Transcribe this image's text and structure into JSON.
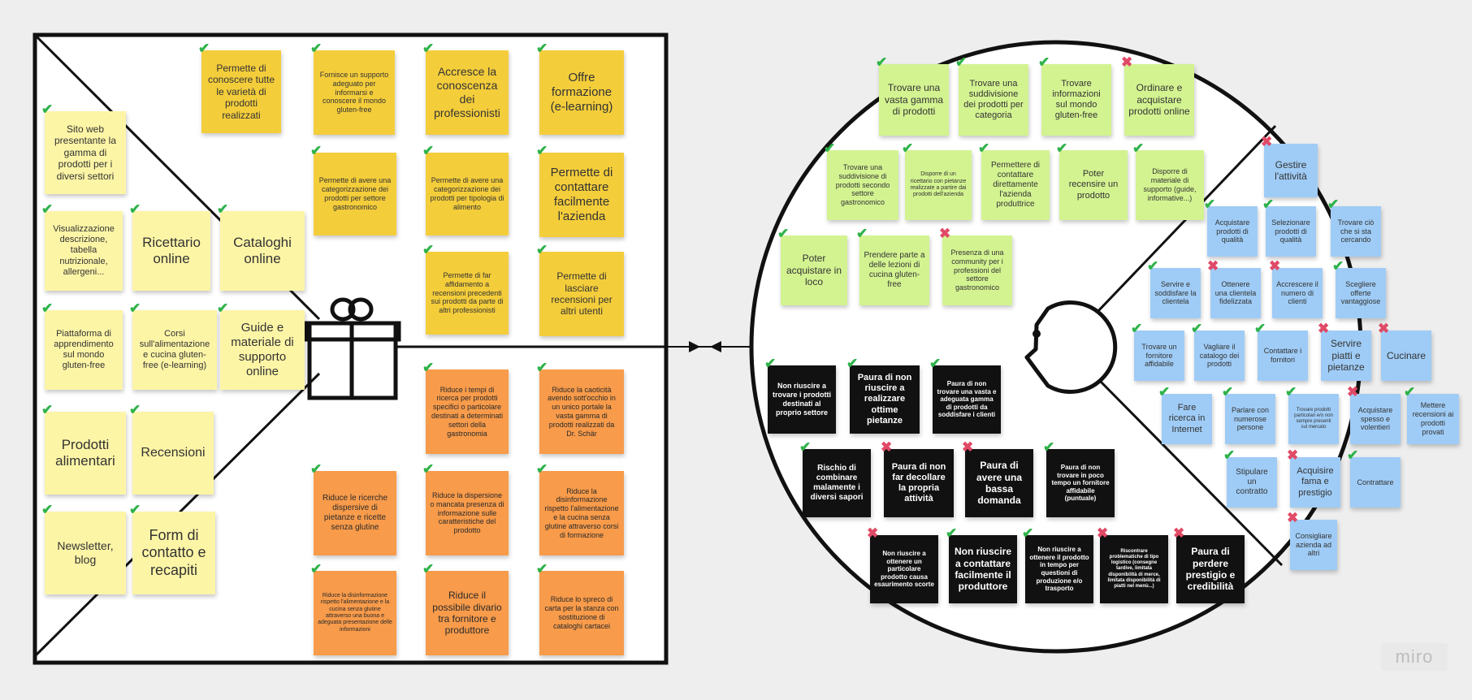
{
  "watermark": "miro",
  "colors": {
    "check": "#2fb24a",
    "cross": "#e04a66",
    "pale": "#fdf5a6",
    "yellow": "#f4cd3b",
    "orange": "#f89b4a",
    "green": "#d3f391",
    "blue": "#9fccf6",
    "black": "#111111"
  },
  "value_map": {
    "products_services": [
      {
        "text": "Sito web presentante la gamma di prodotti per i diversi settori",
        "mark": "check"
      },
      {
        "text": "Visualizzazione descrizione, tabella nutrizionale, allergeni...",
        "mark": "check"
      },
      {
        "text": "Ricettario online",
        "mark": "check"
      },
      {
        "text": "Cataloghi online",
        "mark": "check"
      },
      {
        "text": "Piattaforma di apprendimento sul mondo gluten-free",
        "mark": "check"
      },
      {
        "text": "Corsi sull'alimentazione e cucina gluten-free (e-learning)",
        "mark": "check"
      },
      {
        "text": "Guide e materiale di supporto online",
        "mark": "check"
      },
      {
        "text": "Prodotti alimentari",
        "mark": "check"
      },
      {
        "text": "Recensioni",
        "mark": "check"
      },
      {
        "text": "Newsletter, blog",
        "mark": "check"
      },
      {
        "text": "Form di contatto e recapiti",
        "mark": "check"
      }
    ],
    "gain_creators": [
      {
        "text": "Permette di conoscere tutte le varietà di prodotti realizzati",
        "mark": "check"
      },
      {
        "text": "Fornisce un supporto adeguato per informarsi e conoscere il mondo gluten-free",
        "mark": "check"
      },
      {
        "text": "Accresce la conoscenza dei professionisti",
        "mark": "check"
      },
      {
        "text": "Offre formazione (e-learning)",
        "mark": "check"
      },
      {
        "text": "Permette di avere una categorizzazione dei prodotti per settore gastronomico",
        "mark": "check"
      },
      {
        "text": "Permette di avere una categorizzazione dei prodotti per tipologia di alimento",
        "mark": "check"
      },
      {
        "text": "Permette di contattare facilmente l'azienda",
        "mark": "check"
      },
      {
        "text": "Permette di far affidamento a recensioni precedenti sui prodotti da parte di altri professionisti",
        "mark": "check"
      },
      {
        "text": "Permette di lasciare recensioni per altri utenti",
        "mark": "check"
      }
    ],
    "pain_relievers": [
      {
        "text": "Riduce i tempi di ricerca per prodotti specifici o particolare destinati a determinati settori della gastronomia",
        "mark": "check"
      },
      {
        "text": "Riduce la caoticità avendo sott'occhio in un unico portale la vasta gamma di prodotti realizzati da Dr. Schär",
        "mark": "check"
      },
      {
        "text": "Riduce le ricerche dispersive di pietanze e ricette senza glutine",
        "mark": "check"
      },
      {
        "text": "Riduce la dispersione o mancata presenza di informazione sulle caratteristiche del prodotto",
        "mark": "check"
      },
      {
        "text": "Riduce la disinformazione rispetto l'alimentazione e la cucina senza glutine attraverso corsi di formazione",
        "mark": "check"
      },
      {
        "text": "Riduce la disinformazione rispetto l'alimentazione e la cucina senza glutine attraverso una buona e adeguata presentazione delle informazioni",
        "mark": "check"
      },
      {
        "text": "Riduce il possibile divario tra fornitore e produttore",
        "mark": "check"
      },
      {
        "text": "Riduce lo spreco di carta per la stanza con sostituzione di cataloghi cartacei",
        "mark": "check"
      }
    ]
  },
  "customer_profile": {
    "gains": [
      {
        "text": "Trovare una vasta gamma di prodotti",
        "mark": "check"
      },
      {
        "text": "Trovare una suddivisione dei prodotti per categoria",
        "mark": "check"
      },
      {
        "text": "Trovare informazioni sul mondo gluten-free",
        "mark": "check"
      },
      {
        "text": "Ordinare e acquistare prodotti online",
        "mark": "cross"
      },
      {
        "text": "Trovare una suddivisione di prodotti secondo settore gastronomico",
        "mark": "check"
      },
      {
        "text": "Disporre di un ricettario con pietanze realizzate a partire dai prodotti dell'azienda",
        "mark": "check"
      },
      {
        "text": "Permettere di contattare direttamente l'azienda produttrice",
        "mark": "check"
      },
      {
        "text": "Poter recensire un prodotto",
        "mark": "check"
      },
      {
        "text": "Disporre di materiale di supporto (guide, informative...)",
        "mark": "check"
      },
      {
        "text": "Poter acquistare in loco",
        "mark": "check"
      },
      {
        "text": "Prendere parte a delle lezioni di cucina gluten-free",
        "mark": "check"
      },
      {
        "text": "Presenza di una community per i professioni del settore gastronomico",
        "mark": "cross"
      }
    ],
    "jobs": [
      {
        "text": "Gestire l'attività",
        "mark": "cross"
      },
      {
        "text": "Acquistare prodotti di qualità",
        "mark": "check"
      },
      {
        "text": "Selezionare prodotti di qualità",
        "mark": "check"
      },
      {
        "text": "Trovare ciò che si sta cercando",
        "mark": "check"
      },
      {
        "text": "Servire e soddisfare la clientela",
        "mark": "check"
      },
      {
        "text": "Ottenere una clientela fidelizzata",
        "mark": "cross"
      },
      {
        "text": "Accrescere il numero di clienti",
        "mark": "cross"
      },
      {
        "text": "Scegliere offerte vantaggiose",
        "mark": "check"
      },
      {
        "text": "Trovare un fornitore affidabile",
        "mark": "check"
      },
      {
        "text": "Vagliare il catalogo dei prodotti",
        "mark": "check"
      },
      {
        "text": "Contattare i fornitori",
        "mark": "check"
      },
      {
        "text": "Servire piatti e pietanze",
        "mark": "cross"
      },
      {
        "text": "Cucinare",
        "mark": "cross"
      },
      {
        "text": "Fare ricerca in Internet",
        "mark": "check"
      },
      {
        "text": "Parlare con numerose persone",
        "mark": "check"
      },
      {
        "text": "Trovare prodotti particolari e/o non sempre presenti sul mercato",
        "mark": "check"
      },
      {
        "text": "Acquistare spesso e volentieri",
        "mark": "cross"
      },
      {
        "text": "Mettere recensioni ai prodotti provati",
        "mark": "check"
      },
      {
        "text": "Stipulare un contratto",
        "mark": "check"
      },
      {
        "text": "Acquisire fama e prestigio",
        "mark": "cross"
      },
      {
        "text": "Contrattare",
        "mark": "check"
      },
      {
        "text": "Consigliare azienda ad altri",
        "mark": "cross"
      }
    ],
    "pains": [
      {
        "text": "Non riuscire a trovare i prodotti destinati al proprio settore",
        "mark": "check"
      },
      {
        "text": "Paura di non riuscire a realizzare ottime pietanze",
        "mark": "check"
      },
      {
        "text": "Paura di non trovare una vasta e adeguata gamma di prodotti da soddisfare i clienti",
        "mark": "check"
      },
      {
        "text": "Rischio di combinare malamente i diversi sapori",
        "mark": "check"
      },
      {
        "text": "Paura di non far decollare la propria attività",
        "mark": "cross"
      },
      {
        "text": "Paura di avere una bassa domanda",
        "mark": "cross"
      },
      {
        "text": "Paura di non trovare in poco tempo un fornitore affidabile (puntuale)",
        "mark": "check"
      },
      {
        "text": "Non riuscire a ottenere un particolare prodotto causa esaurimento scorte",
        "mark": "cross"
      },
      {
        "text": "Non riuscire a contattare facilmente il produttore",
        "mark": "check"
      },
      {
        "text": "Non riuscire a ottenere il prodotto in tempo per questioni di produzione e/o trasporto",
        "mark": "check"
      },
      {
        "text": "Riscontrare problematiche di tipo logistico (consegne tardive, limitata disponibilità di merce, limitata disponibilità di piatti nel menù...)",
        "mark": "cross"
      },
      {
        "text": "Paura di perdere prestigio e credibilità",
        "mark": "cross"
      }
    ]
  }
}
